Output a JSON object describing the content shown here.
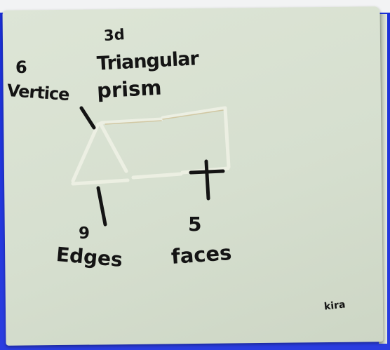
{
  "labels": {
    "title_3d": "3d",
    "triangular": "Triangular",
    "prism": "prism",
    "vertices_count": "6",
    "vertices_word": "Vertice",
    "edges_count": "9",
    "edges_word": "Edges",
    "faces_count": "5",
    "faces_word": "faces",
    "signature": "kira"
  }
}
